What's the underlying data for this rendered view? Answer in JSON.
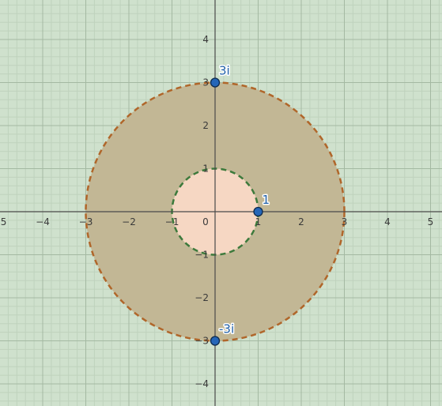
{
  "chart_data": {
    "type": "scatter",
    "title": "",
    "xlabel": "",
    "ylabel": "",
    "xlim": [
      -5.0,
      5.2
    ],
    "ylim": [
      -4.4,
      4.9
    ],
    "grid": true,
    "x_ticks": [
      -5,
      -4,
      -3,
      -2,
      -1,
      0,
      1,
      2,
      3,
      4,
      5
    ],
    "y_ticks": [
      -4,
      -3,
      -2,
      -1,
      1,
      2,
      3,
      4
    ],
    "regions": [
      {
        "shape": "circle",
        "center": [
          0,
          0
        ],
        "radius": 3,
        "fill": "#c2b795",
        "stroke": "#b0662a",
        "dashed": true
      },
      {
        "shape": "circle",
        "center": [
          0,
          0
        ],
        "radius": 1,
        "fill": "#f6d7c3",
        "stroke": "#3d7a3c",
        "dashed": true
      }
    ],
    "points": [
      {
        "label": "3i",
        "x": 0,
        "y": 3
      },
      {
        "label": "1",
        "x": 1,
        "y": 0
      },
      {
        "label": "-3i",
        "x": 0,
        "y": -3
      }
    ],
    "colors": {
      "background": "#cfe1cd",
      "grid_minor": "#bfd2bd",
      "grid_major": "#a4b9a2",
      "axis": "#4a4a4a",
      "point_fill": "#2566b8",
      "point_stroke": "#0e2a4d"
    }
  }
}
